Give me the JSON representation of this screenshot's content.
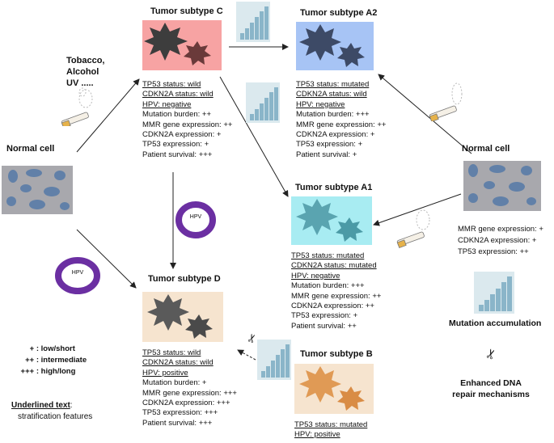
{
  "tumor_c": {
    "title": "Tumor subtype C",
    "features": [
      "TP53 status: wild",
      "CDKN2A status: wild",
      "HPV: negative"
    ],
    "details": [
      "Mutation burden: ++",
      "MMR gene expression:  ++",
      "CDKN2A expression:  +",
      "TP53 expression: +",
      "Patient survival: +++"
    ],
    "color": "#f7a3a3"
  },
  "tumor_a2": {
    "title": "Tumor subtype A2",
    "features": [
      "TP53 status: mutated",
      "CDKN2A status: wild",
      "HPV: negative"
    ],
    "details": [
      "Mutation burden: +++",
      "MMR gene expression:  ++",
      "CDKN2A expression: +",
      "TP53 expression: +",
      "Patient survival: +"
    ],
    "color": "#a7c4f5"
  },
  "tumor_a1": {
    "title": "Tumor subtype A1",
    "features": [
      "TP53 status: mutated",
      "CDKN2A status: mutated",
      "HPV: negative"
    ],
    "details": [
      "Mutation burden: +++",
      "MMR gene expression:  ++",
      "CDKN2A expression: ++",
      "TP53 expression: +",
      "Patient survival: ++"
    ],
    "color": "#a8ecf2"
  },
  "tumor_d": {
    "title": "Tumor subtype D",
    "features": [
      "TP53 status: wild",
      "CDKN2A status: wild",
      "HPV: positive"
    ],
    "details": [
      "Mutation burden: +",
      "MMR gene expression:  +++",
      "CDKN2A expression:  +++",
      "TP53 expression: +++",
      "Patient survival: +++"
    ],
    "color": "#f6e4cf"
  },
  "tumor_b": {
    "title": "Tumor subtype B",
    "features": [
      "TP53 status: mutated",
      "HPV: positive"
    ],
    "color": "#f6e4cf"
  },
  "normal_left": {
    "title": "Normal cell"
  },
  "normal_right": {
    "title": "Normal cell",
    "details": [
      "MMR gene expression:  +",
      "CDKN2A expression: +",
      "TP53 expression: ++"
    ]
  },
  "risk_factors": [
    "Tobacco,",
    "Alcohol",
    "UV ....."
  ],
  "hpv_label": "HPV",
  "mutation_accumulation": "Mutation accumulation",
  "dna_repair": [
    "Enhanced DNA",
    "repair mechanisms"
  ],
  "legend": [
    {
      "symbol": "+ :",
      "meaning": "low/short"
    },
    {
      "symbol": "++ :",
      "meaning": "intermediate"
    },
    {
      "symbol": "+++ :",
      "meaning": "high/long"
    }
  ],
  "underlined_key": {
    "term": "Underlined text",
    "suffix": ":",
    "meaning": "stratification features"
  },
  "colors": {
    "hpv_ring": "#6b2fa2",
    "cell_gray": "#a8a8ad",
    "nucleus": "#6180a8",
    "bars": "#8ab5c9",
    "bar_bg": "#dbe9ee"
  }
}
